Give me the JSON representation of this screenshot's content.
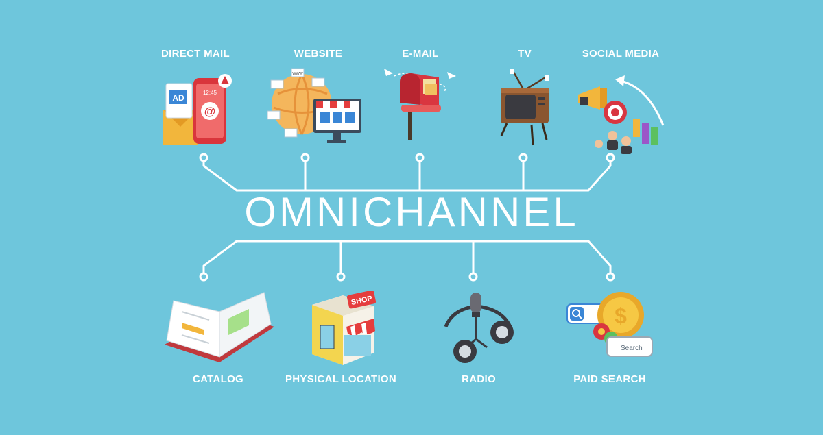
{
  "title": "OMNICHANNEL",
  "channels_top": [
    {
      "label": "DIRECT MAIL",
      "icon": "direct-mail-icon"
    },
    {
      "label": "WEBSITE",
      "icon": "website-icon"
    },
    {
      "label": "E-MAIL",
      "icon": "mailbox-icon"
    },
    {
      "label": "TV",
      "icon": "tv-icon"
    },
    {
      "label": "SOCIAL MEDIA",
      "icon": "social-media-icon"
    }
  ],
  "channels_bottom": [
    {
      "label": "CATALOG",
      "icon": "catalog-icon"
    },
    {
      "label": "PHYSICAL LOCATION",
      "icon": "shop-icon"
    },
    {
      "label": "RADIO",
      "icon": "microphone-headphones-icon"
    },
    {
      "label": "PAID SEARCH",
      "icon": "paid-search-icon"
    }
  ],
  "icon_text": {
    "ad": "AD",
    "time": "12:45",
    "at": "@",
    "www": "www",
    "shop": "SHOP",
    "search": "Search",
    "dollar": "$"
  },
  "colors": {
    "background": "#6ec6dc",
    "lines": "#ffffff"
  }
}
